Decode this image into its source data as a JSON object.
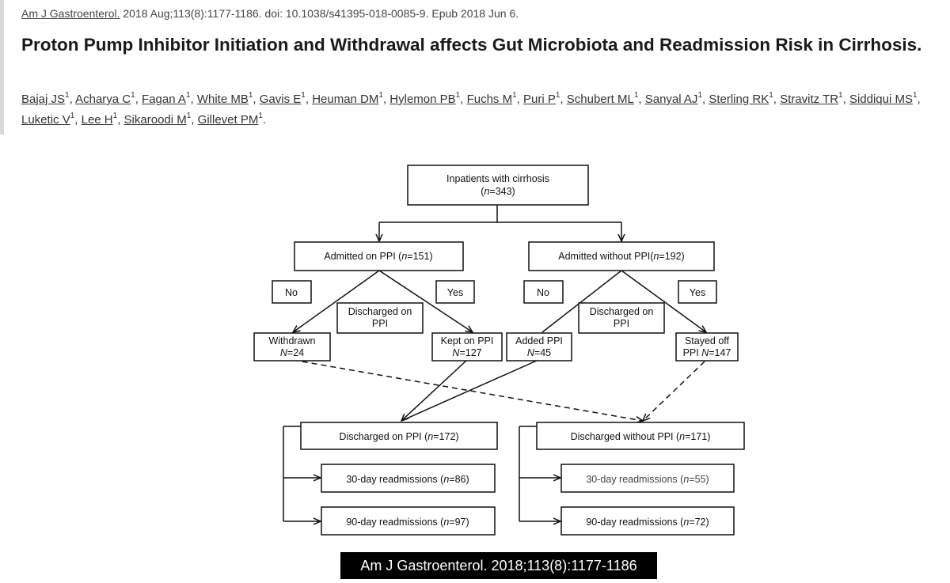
{
  "citation": {
    "journal_link": "Am J Gastroenterol.",
    "details": " 2018 Aug;113(8):1177-1186. doi: 10.1038/s41395-018-0085-9. Epub 2018 Jun 6."
  },
  "title": "Proton Pump Inhibitor Initiation and Withdrawal affects Gut Microbiota and Readmission Risk in Cirrhosis.",
  "authors": [
    {
      "name": "Bajaj JS",
      "aff": "1"
    },
    {
      "name": "Acharya C",
      "aff": "1"
    },
    {
      "name": "Fagan A",
      "aff": "1"
    },
    {
      "name": "White MB",
      "aff": "1"
    },
    {
      "name": "Gavis E",
      "aff": "1"
    },
    {
      "name": "Heuman DM",
      "aff": "1"
    },
    {
      "name": "Hylemon PB",
      "aff": "1"
    },
    {
      "name": "Fuchs M",
      "aff": "1"
    },
    {
      "name": "Puri P",
      "aff": "1"
    },
    {
      "name": "Schubert ML",
      "aff": "1"
    },
    {
      "name": "Sanyal AJ",
      "aff": "1"
    },
    {
      "name": "Sterling RK",
      "aff": "1"
    },
    {
      "name": "Stravitz TR",
      "aff": "1"
    },
    {
      "name": "Siddiqui MS",
      "aff": "1"
    },
    {
      "name": "Luketic V",
      "aff": "1"
    },
    {
      "name": "Lee H",
      "aff": "1"
    },
    {
      "name": "Sikaroodi M",
      "aff": "1"
    },
    {
      "name": "Gillevet PM",
      "aff": "1"
    }
  ],
  "figure": {
    "root": {
      "line1": "Inpatients with cirrhosis",
      "line2_n": "n",
      "line2_rest": "=343)"
    },
    "admitted_ppi": {
      "text": "Admitted on PPI (",
      "n": "n",
      "rest": "=151)"
    },
    "admitted_no_ppi": {
      "text": "Admitted without PPI(",
      "n": "n",
      "rest": "=192)"
    },
    "left_no": "No",
    "left_yes": "Yes",
    "right_no": "No",
    "right_yes": "Yes",
    "left_discharged": {
      "line1": "Discharged on",
      "line2": "PPI"
    },
    "right_discharged": {
      "line1": "Discharged on",
      "line2": "PPI"
    },
    "withdrawn": {
      "line1": "Withdrawn",
      "n": "N",
      "rest": "=24"
    },
    "kept": {
      "line1": "Kept on PPI",
      "n": "N",
      "rest": "=127"
    },
    "added": {
      "line1": "Added PPI",
      "n": "N",
      "rest": "=45"
    },
    "stayed": {
      "line1": "Stayed off",
      "line2": "PPI ",
      "n": "N",
      "rest": "=147"
    },
    "discharged_on": {
      "text": "Discharged on PPI (",
      "n": "n",
      "rest": "=172)"
    },
    "discharged_without": {
      "text": "Discharged without PPI (",
      "n": "n",
      "rest": "=171)"
    },
    "left_30": {
      "text": "30-day readmissions (",
      "n": "n",
      "rest": "=86)"
    },
    "left_90": {
      "text": "90-day readmissions (",
      "n": "n",
      "rest": "=97)"
    },
    "right_30": {
      "text": "30-day readmissions (",
      "n": "n",
      "rest": "=55)"
    },
    "right_90": {
      "text": "90-day readmissions (",
      "n": "n",
      "rest": "=72)"
    }
  },
  "figure_caption": "Am  J  Gastroenterol.  2018;113(8):1177-1186"
}
